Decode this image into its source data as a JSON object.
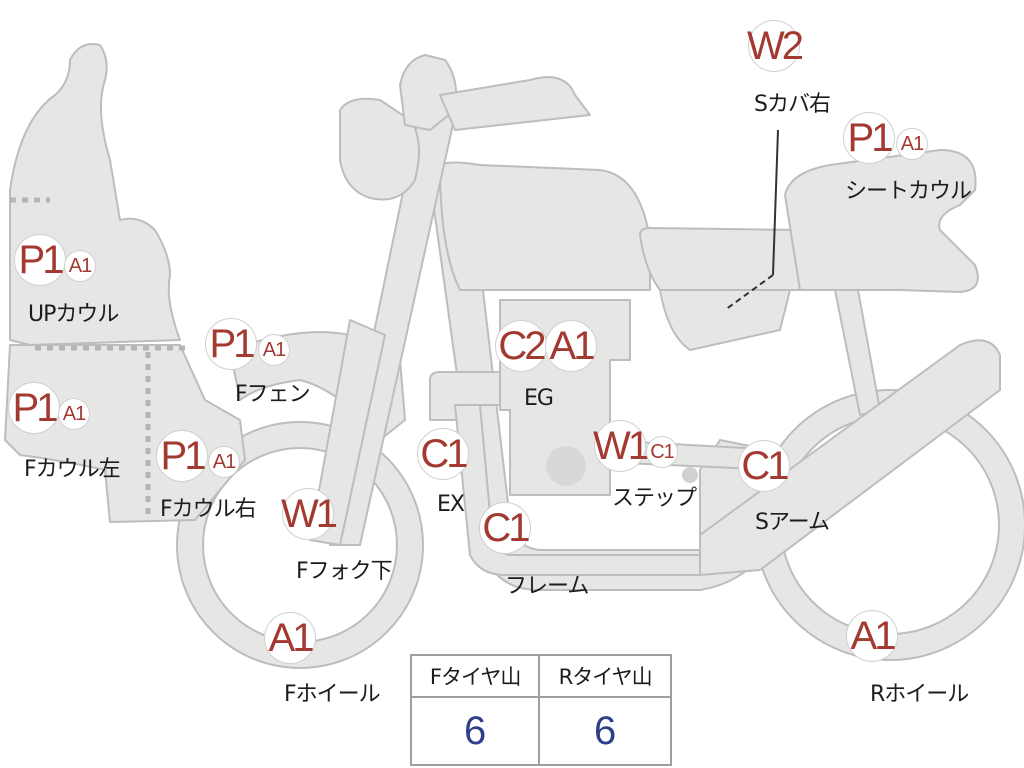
{
  "colors": {
    "part_fill": "#e6e6e4",
    "part_stroke": "#bdbdbd",
    "code_red": "#a33a32",
    "value_blue": "#2d3f8a",
    "dash": "#b5b5b5"
  },
  "parts": [
    {
      "id": "up-cowl",
      "label": "UPカウル",
      "codes": [
        "P1",
        "A1"
      ]
    },
    {
      "id": "f-cowl-left",
      "label": "Fカウル左",
      "codes": [
        "P1",
        "A1"
      ]
    },
    {
      "id": "f-cowl-right",
      "label": "Fカウル右",
      "codes": [
        "P1",
        "A1"
      ]
    },
    {
      "id": "f-fender",
      "label": "Fフェン",
      "codes": [
        "P1",
        "A1"
      ]
    },
    {
      "id": "f-fork-lower",
      "label": "Fフォク下",
      "codes": [
        "W1"
      ]
    },
    {
      "id": "f-wheel",
      "label": "Fホイール",
      "codes": [
        "A1"
      ]
    },
    {
      "id": "exhaust",
      "label": "EX",
      "codes": [
        "C1"
      ]
    },
    {
      "id": "frame",
      "label": "フレーム",
      "codes": [
        "C1"
      ]
    },
    {
      "id": "engine",
      "label": "EG",
      "codes": [
        "C2",
        "A1"
      ]
    },
    {
      "id": "step",
      "label": "ステップ",
      "codes": [
        "W1",
        "C1"
      ]
    },
    {
      "id": "swing-arm",
      "label": "Sアーム",
      "codes": [
        "C1"
      ]
    },
    {
      "id": "side-cover-r",
      "label": "Sカバ右",
      "codes": [
        "W2"
      ]
    },
    {
      "id": "seat-cowl",
      "label": "シートカウル",
      "codes": [
        "P1",
        "A1"
      ]
    },
    {
      "id": "r-wheel",
      "label": "Rホイール",
      "codes": [
        "A1"
      ]
    }
  ],
  "tire_table": {
    "headers": [
      "Fタイヤ山",
      "Rタイヤ山"
    ],
    "values": [
      "6",
      "6"
    ]
  }
}
